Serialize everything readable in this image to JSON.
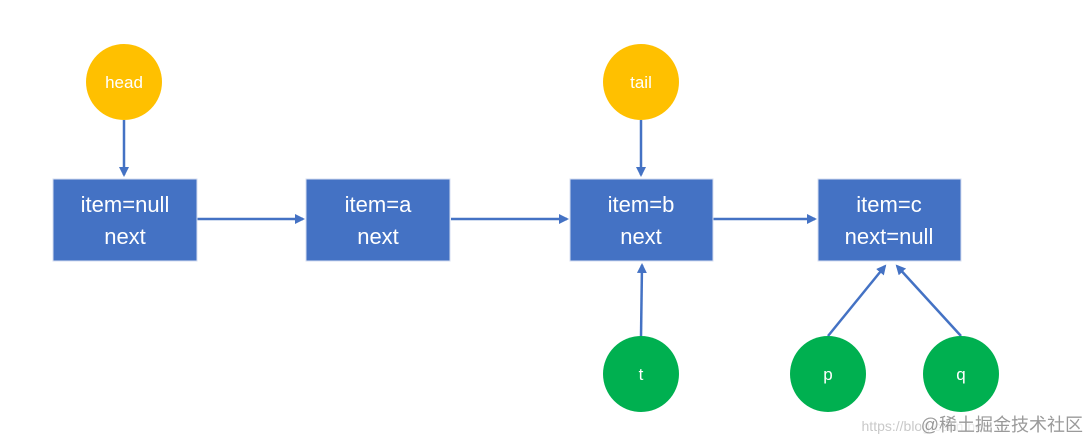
{
  "colors": {
    "node_fill": "#4472c4",
    "arrow": "#4472c4",
    "anchor_pointer": "#ffc000",
    "ref_pointer": "#00b050",
    "text": "#ffffff"
  },
  "pointers": {
    "head": "head",
    "tail": "tail",
    "t": "t",
    "p": "p",
    "q": "q"
  },
  "nodes": [
    {
      "item": "item=null",
      "next": "next"
    },
    {
      "item": "item=a",
      "next": "next"
    },
    {
      "item": "item=b",
      "next": "next"
    },
    {
      "item": "item=c",
      "next": "next=null"
    }
  ],
  "watermark": {
    "url": "https://blog.csdn.net/",
    "brand": "@稀土掘金技术社区"
  }
}
